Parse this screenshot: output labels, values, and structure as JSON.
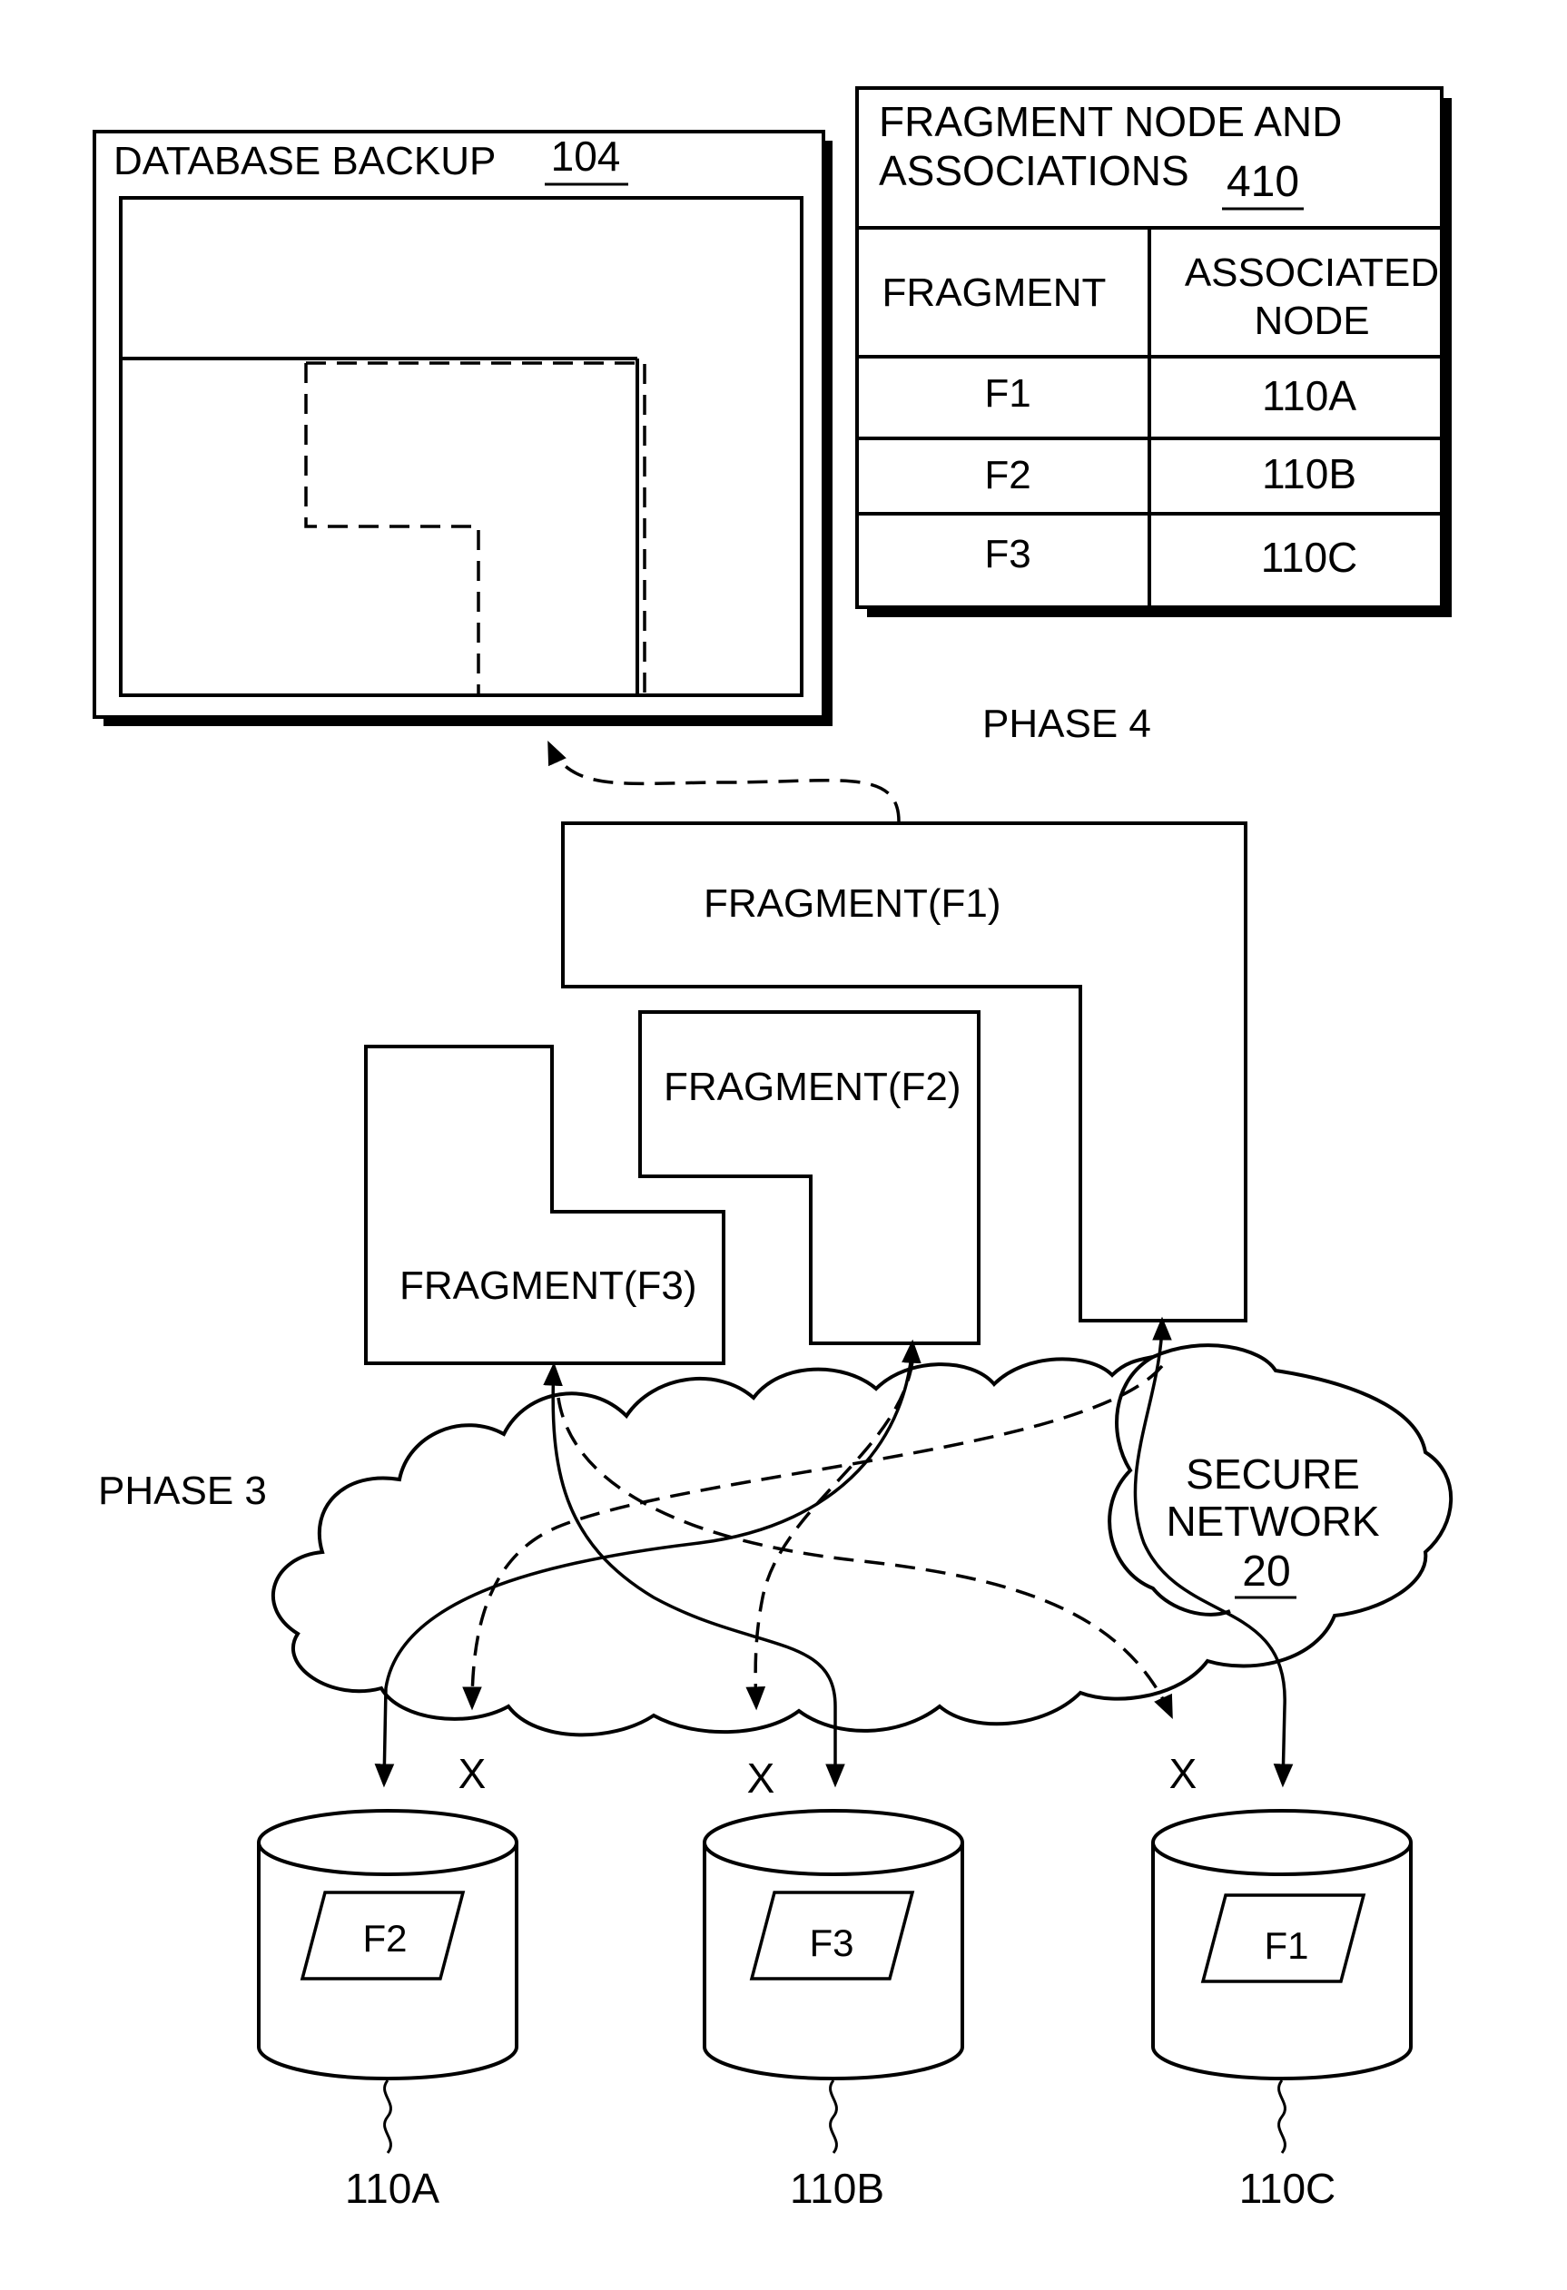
{
  "database_backup": {
    "title": "DATABASE BACKUP",
    "ref": "104"
  },
  "association_table": {
    "title_line1": "FRAGMENT NODE AND",
    "title_line2": "ASSOCIATIONS",
    "ref": "410",
    "header_fragment": "FRAGMENT",
    "header_node_line1": "ASSOCIATED",
    "header_node_line2": "NODE",
    "rows": [
      {
        "fragment": "F1",
        "node": "110A"
      },
      {
        "fragment": "F2",
        "node": "110B"
      },
      {
        "fragment": "F3",
        "node": "110C"
      }
    ]
  },
  "phase4_label": "PHASE 4",
  "phase3_label": "PHASE 3",
  "fragments": {
    "f1": "FRAGMENT(F1)",
    "f2": "FRAGMENT(F2)",
    "f3": "FRAGMENT(F3)"
  },
  "network": {
    "line1": "SECURE",
    "line2": "NETWORK",
    "ref": "20"
  },
  "x_mark": "X",
  "nodes": [
    {
      "fragment": "F2",
      "label": "110A"
    },
    {
      "fragment": "F3",
      "label": "110B"
    },
    {
      "fragment": "F1",
      "label": "110C"
    }
  ]
}
